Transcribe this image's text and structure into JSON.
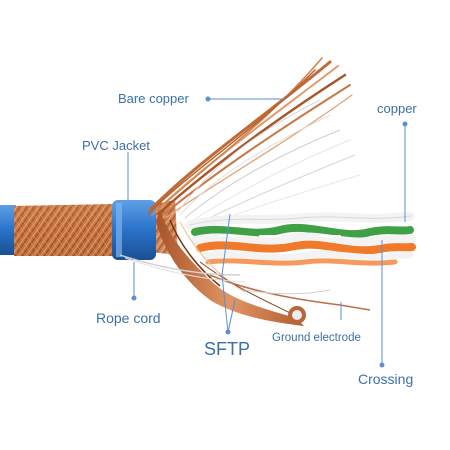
{
  "labels": {
    "bare_copper": "Bare copper",
    "copper": "copper",
    "pvc_jacket": "PVC Jacket",
    "rope_cord": "Rope cord",
    "sftp": "SFTP",
    "ground_electrode": "Ground electrode",
    "crossing": "Crossing"
  },
  "colors": {
    "label_text": "#3d6fa8",
    "leader_line": "#5b8fd6",
    "jacket_blue": "#2a72c9",
    "braid_copper": "#c8743e",
    "pair_green": "#3fa046",
    "pair_orange": "#f07a2a",
    "pair_white": "#f3f3f3",
    "background": "#ffffff"
  }
}
